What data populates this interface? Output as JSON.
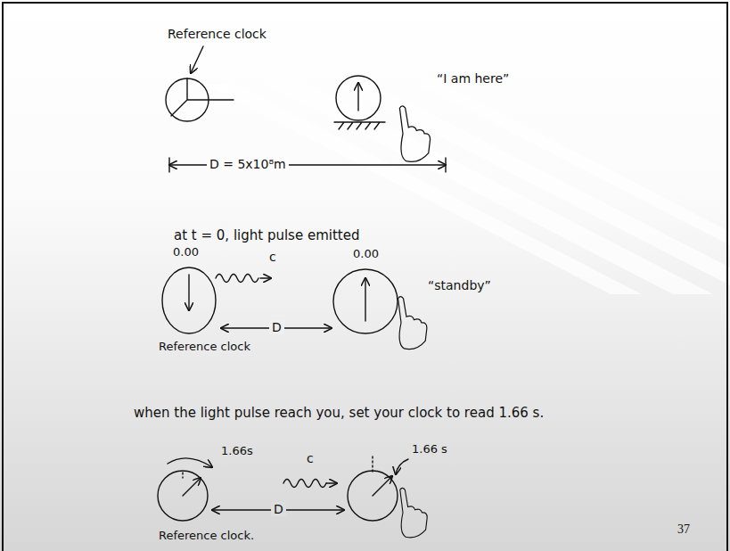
{
  "diagram": {
    "labels": [
      "Reference clock",
      "“I am here”",
      "D = 5x10⁸m",
      "at t = 0, light pulse emitted",
      "0.00",
      "c",
      "0.00",
      "D",
      "“standby”",
      "Reference clock",
      "when the light pulse reach you, set your clock to read 1.66 s.",
      "1.66s",
      "c",
      "1.66 s",
      "D",
      "Reference clock.",
      "37"
    ]
  }
}
